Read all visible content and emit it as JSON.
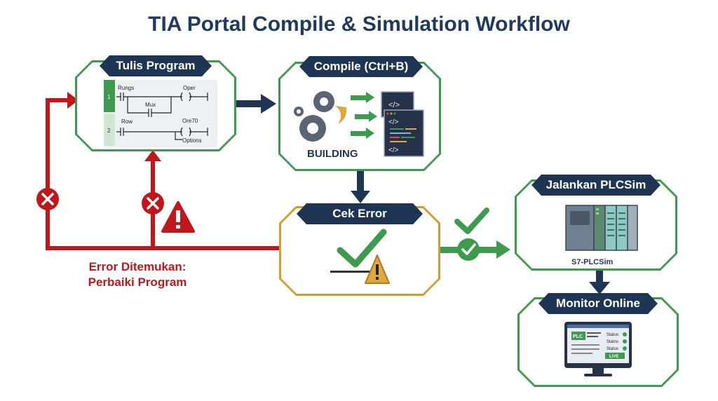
{
  "title": "TIA Portal Compile & Simulation Workflow",
  "steps": {
    "write": {
      "label": "Tulis Program",
      "rungs": [
        {
          "number": "1",
          "texts": [
            "Rungs",
            "Mux",
            "Oper"
          ]
        },
        {
          "number": "2",
          "texts": [
            "Row",
            "Ore70",
            "Options"
          ]
        }
      ]
    },
    "compile": {
      "label": "Compile (Ctrl+B)",
      "status": "BUILDING"
    },
    "check": {
      "label": "Cek Error"
    },
    "run": {
      "label": "Jalankan PLCSim",
      "device": "S7-PLCSim"
    },
    "monitor": {
      "label": "Monitor Online",
      "screen_labels": [
        "PLC",
        "Status",
        "Statns",
        "Status",
        "LIVE"
      ]
    }
  },
  "error_message": {
    "line1": "Error Ditemukan:",
    "line2": "Perbaiki Program"
  },
  "colors": {
    "navy": "#1f3554",
    "green": "#3d9a4e",
    "gold": "#d79b2d",
    "red": "#c0161c"
  },
  "icons": [
    "ladder-diagram-icon",
    "gears-icon",
    "code-window-icon",
    "checkmark-icon",
    "warning-icon",
    "error-x-icon",
    "plc-rack-icon",
    "monitor-icon"
  ]
}
